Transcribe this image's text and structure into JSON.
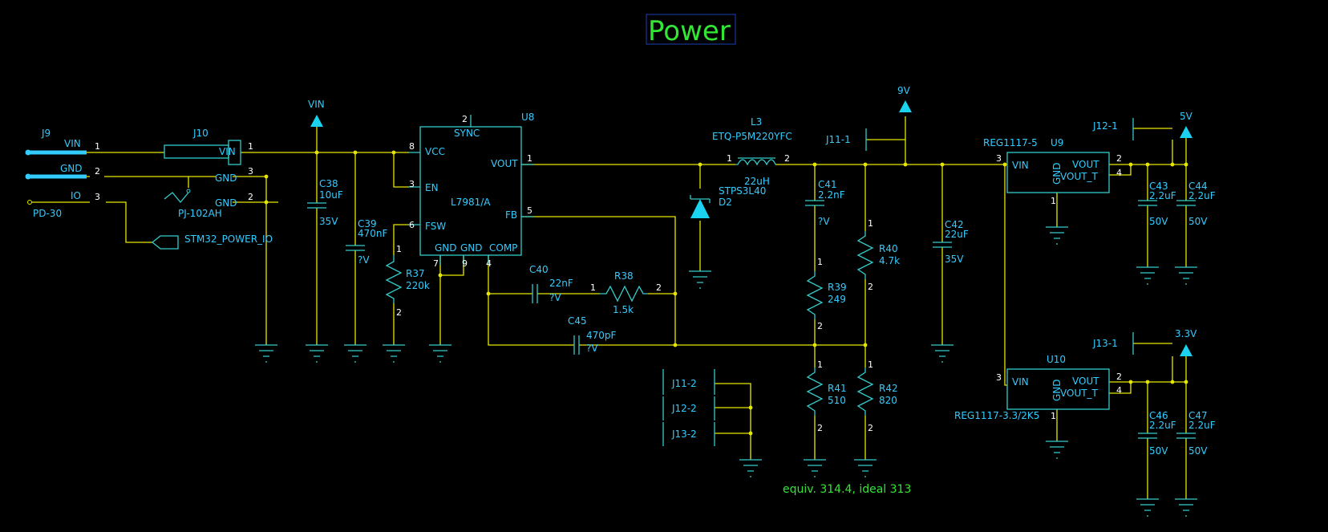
{
  "title": "Power",
  "note": "equiv. 314.4, ideal 313",
  "connectors": {
    "j9": {
      "ref": "J9",
      "pins": [
        "VIN",
        "GND",
        "IO"
      ],
      "nums": [
        "1",
        "2",
        "3"
      ],
      "footprint": "PD-30"
    },
    "j10": {
      "ref": "J10",
      "pins": [
        "VIN",
        "GND",
        "GND"
      ],
      "nums": [
        "1",
        "3",
        "2"
      ],
      "part": "PJ-102AH"
    },
    "stm32": "STM32_POWER_IO"
  },
  "nets": {
    "vin": "VIN",
    "v9": "9V",
    "v5": "5V",
    "v33": "3.3V"
  },
  "u8": {
    "ref": "U8",
    "part": "L7981/A",
    "pins": {
      "sync": "SYNC",
      "vcc": "VCC",
      "en": "EN",
      "fsw": "FSW",
      "gnd1": "GND",
      "gnd2": "GND",
      "comp": "COMP",
      "vout": "VOUT",
      "fb": "FB"
    },
    "nums": {
      "sync": "2",
      "vcc": "8",
      "en": "3",
      "fsw": "6",
      "gnd1": "7",
      "gnd2": "9",
      "comp": "4",
      "vout": "1",
      "fb": "5"
    }
  },
  "u9": {
    "ref": "U9",
    "part": "REG1117-5",
    "pins": {
      "vin": "VIN",
      "gnd": "GND",
      "vout": "VOUT",
      "vout_t": "VOUT_T"
    },
    "nums": {
      "vin": "3",
      "gnd": "1",
      "vout": "2",
      "vout_t": "4"
    }
  },
  "u10": {
    "ref": "U10",
    "part": "REG1117-3.3/2K5",
    "pins": {
      "vin": "VIN",
      "gnd": "GND",
      "vout": "VOUT",
      "vout_t": "VOUT_T"
    },
    "nums": {
      "vin": "3",
      "gnd": "1",
      "vout": "2",
      "vout_t": "4"
    }
  },
  "l3": {
    "ref": "L3",
    "part": "ETQ-P5M220YFC",
    "value": "22uH",
    "n1": "1",
    "n2": "2"
  },
  "d2": {
    "ref": "D2",
    "part": "STPS3L40"
  },
  "caps": {
    "c38": {
      "ref": "C38",
      "value": "10uF",
      "volt": "35V"
    },
    "c39": {
      "ref": "C39",
      "value": "470nF",
      "volt": "?V"
    },
    "c40": {
      "ref": "C40",
      "value": "22nF",
      "volt": "?V"
    },
    "c45": {
      "ref": "C45",
      "value": "470pF",
      "volt": "?V"
    },
    "c41": {
      "ref": "C41",
      "value": "2.2nF",
      "volt": "?V"
    },
    "c42": {
      "ref": "C42",
      "value": "22uF",
      "volt": "35V"
    },
    "c43": {
      "ref": "C43",
      "value": "2.2uF",
      "volt": "50V"
    },
    "c44": {
      "ref": "C44",
      "value": "2.2uF",
      "volt": "50V"
    },
    "c46": {
      "ref": "C46",
      "value": "2.2uF",
      "volt": "50V"
    },
    "c47": {
      "ref": "C47",
      "value": "2.2uF",
      "volt": "50V"
    }
  },
  "res": {
    "r37": {
      "ref": "R37",
      "value": "220k",
      "n1": "1",
      "n2": "2"
    },
    "r38": {
      "ref": "R38",
      "value": "1.5k",
      "n1": "1",
      "n2": "2"
    },
    "r39": {
      "ref": "R39",
      "value": "249",
      "n1": "1",
      "n2": "2"
    },
    "r40": {
      "ref": "R40",
      "value": "4.7k",
      "n1": "1",
      "n2": "2"
    },
    "r41": {
      "ref": "R41",
      "value": "510",
      "n1": "1",
      "n2": "2"
    },
    "r42": {
      "ref": "R42",
      "value": "820",
      "n1": "1",
      "n2": "2"
    }
  },
  "jumpers": {
    "j11_1": "J11-1",
    "j12_1": "J12-1",
    "j13_1": "J13-1",
    "j11_2": "J11-2",
    "j12_2": "J12-2",
    "j13_2": "J13-2"
  },
  "colors": {
    "background": "#000000",
    "wire": "#e6e600",
    "component": "#33cccc",
    "label": "#33ccff",
    "title": "#33e633"
  }
}
